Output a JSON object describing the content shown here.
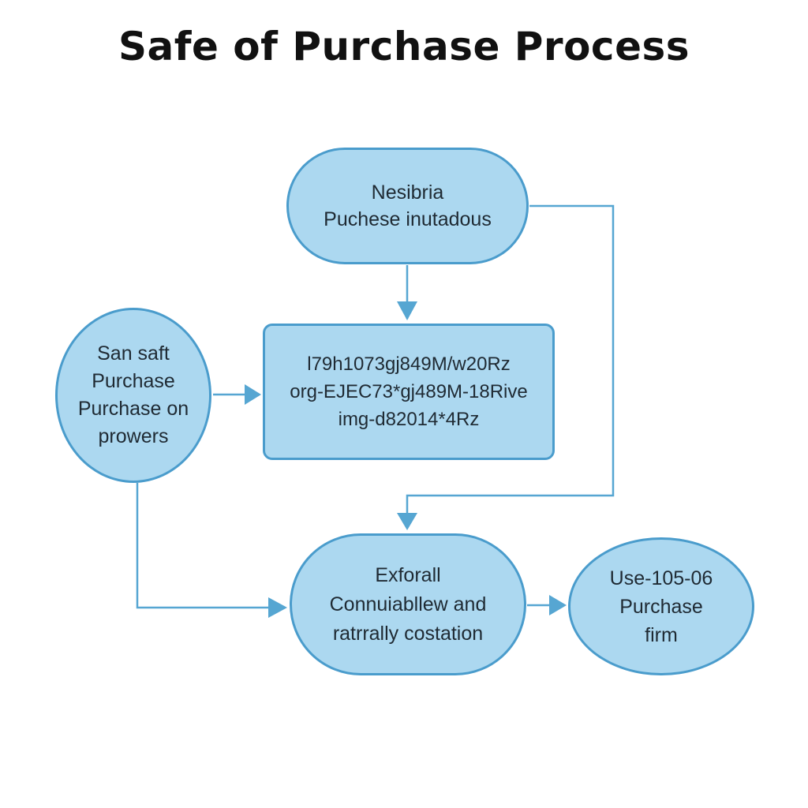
{
  "title": "Safe of Purchase Process",
  "colors": {
    "node_fill": "#acd8f0",
    "node_border": "#4a9ccc",
    "edge": "#56a6d2"
  },
  "nodes": {
    "top": {
      "lines": [
        "Nesibria",
        "Puchese  inutadous"
      ]
    },
    "left": {
      "lines": [
        "San saft",
        "Purchase",
        "Purchase  on",
        "prowers"
      ]
    },
    "center": {
      "lines": [
        "l79h1073gj849M/w20Rz",
        "org-EJEC73*gj489M-18Rive",
        "img-d82014*4Rz"
      ]
    },
    "bottom": {
      "lines": [
        "Exforall",
        "Connuiabllew and",
        "ratrrally costation"
      ]
    },
    "right": {
      "lines": [
        "Use-105-06",
        "Purchase",
        "firm"
      ]
    }
  },
  "edges": [
    {
      "from": "top",
      "to": "center"
    },
    {
      "from": "left",
      "to": "center"
    },
    {
      "from": "top",
      "to": "bottom"
    },
    {
      "from": "left",
      "to": "bottom"
    },
    {
      "from": "bottom",
      "to": "right"
    }
  ]
}
